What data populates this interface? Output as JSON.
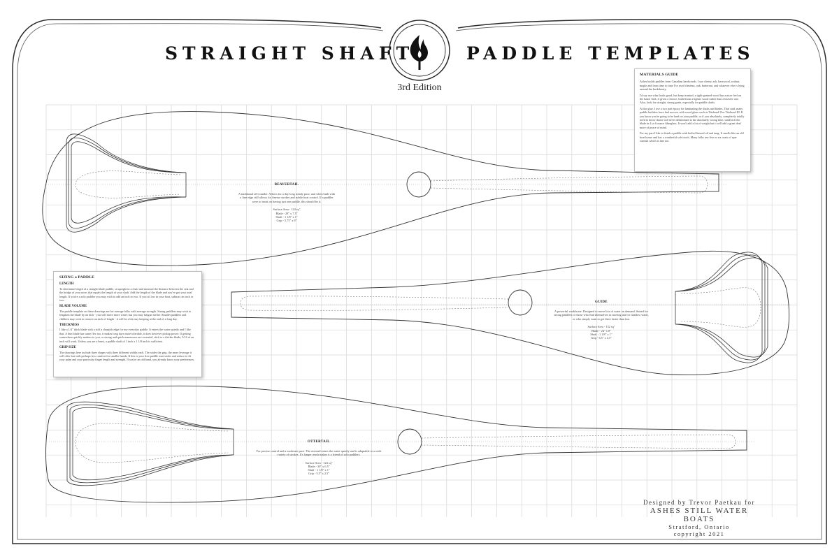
{
  "header": {
    "title_left": "STRAIGHT SHAFT",
    "title_right": "PADDLE TEMPLATES",
    "edition": "3rd Edition",
    "logo_icon": "flame-icon"
  },
  "materials_guide": {
    "heading": "MATERIALS GUIDE",
    "p1": "Ashes builds paddles from Canadian hardwoods. I use cherry, ash, basswood, walnut, maple and from time to time I've used chestnut, oak, butternut, and whatever else is lying around the backdoorty.",
    "p2": "I'd say use what looks good, but keep in mind, a tight-grained wood has a nicer feel on the hand. And, if given a choice, build from a lighter wood rather than a heavier one. Also, look for straight, strong grain, especially for paddle shafts.",
    "p3": "At the glue, I use a two part epoxy for laminating the shafts and blades. That said, many paddle builders have had success with wood glues such as Titebond II or Titebond III. If you know you're going to be hard on your paddle, or if you absolutely, completely totally need to know that it will never delaminate at the absolutely wrong time, sandwich the blade in 4 or 6 ounce fibreglass. It won't add a lot of weight but it will add a great deal more of peace of mind.",
    "p4": "For my part I like to finish a paddle with boiled linseed oil and tung. It smells like an old boat house and has a wonderful soft touch. Many folks use five or six coats of spar varnish which is fine too."
  },
  "sizing_guide": {
    "heading": "SIZING a PADDLE",
    "length_head": "LENGTH",
    "length_text": "To determine length of a straight blade paddle, sit upright in a chair and measure the distance between the seat and the bridge of your nose; that equals the length of your shaft. Add the length of the blade and you've got your total length. If you're a solo paddler you may wish to add an inch or two. If you sit low in your boat, subtract an inch or two.",
    "volume_head": "BLADE VOLUME",
    "volume_text": "The paddle template on these drawings are for average folks with average strength. Strong paddlers may wish to lengthen the blade by an inch - you will move more water, but you may fatigue earlier. Smaller paddlers and children may wish to remove an inch of length - it will be a bit easy keeping at the end of a long day.",
    "thickness_head": "THICKNESS",
    "thickness_text": "I like a 1/4\" thick blade with a stiff a sharpish edge for my everyday paddle. It enters the water quietly and I like that. A thin blade has some flex too, it makes long days more tolerable, it does however pickup power. If getting somewhere quickly matters to you, or strong and quick maneuvers are essential, stick to a thicker blade; 5/16 of an inch will work. Unless you are a beast, a paddle shaft of 1 inch x 1 1/8 inch is sufficient.",
    "grip_head": "GRIP SIZE",
    "grip_text": "The drawings here include three shapes with three different widths each. The wider the grip, the more leverage it will offer but with perhaps less comfort for smaller hands. If this is your first paddle start wider and reduce to fit your palm and your particular finger length and strength. If you're an old hand, you already know your preferences."
  },
  "beavertail": {
    "name": "BEAVERTAIL",
    "desc": "A traditional all-rounder. Allows for a day long steady pace, and when built with a fine edge still allows for finesse strokes and subtle boat control. If a paddler were to insist on having just one paddle, this should be it.",
    "specs": [
      "Surface Area - 124 sq\"",
      "Blade - 28\" x 7.5\"",
      "Shaft - 1 1/8\" x 1\"",
      "Grip - 5.75\" x 8\""
    ]
  },
  "guide": {
    "name": "GUIDE",
    "desc": "A powerful workhorse. Designed to move lots of water on demand. Suited for strong paddlers or those who find themselves in moving and /or shallow water, or who simply want to get there faster than fun.",
    "specs": [
      "Surface Area - 132 sq\"",
      "Blade - 24\" x 8\"",
      "Shaft - 1 1/8\" x 1\"",
      "Grip - 6.5\" x 4.5\""
    ]
  },
  "ottertail": {
    "name": "OTTERTAIL",
    "desc": "For precise control and a moderate pace. The ottertail enters the water quietly and is adaptable to a wide variety of strokes. It's longer reach makes it a friend of solo paddlers.",
    "specs": [
      "Surface Area - 124 sq\"",
      "Blade - 30\" x 6.5\"",
      "Shaft - 1 1/8\" x 1\"",
      "Grip - 5.5\" x 2.5\""
    ]
  },
  "credit": {
    "designed": "Designed by Trevor Paetkau for",
    "brand": "ASHES STILL WATER BOATS",
    "location": "Stratford, Ontario",
    "copyright": "copyright 2021"
  }
}
